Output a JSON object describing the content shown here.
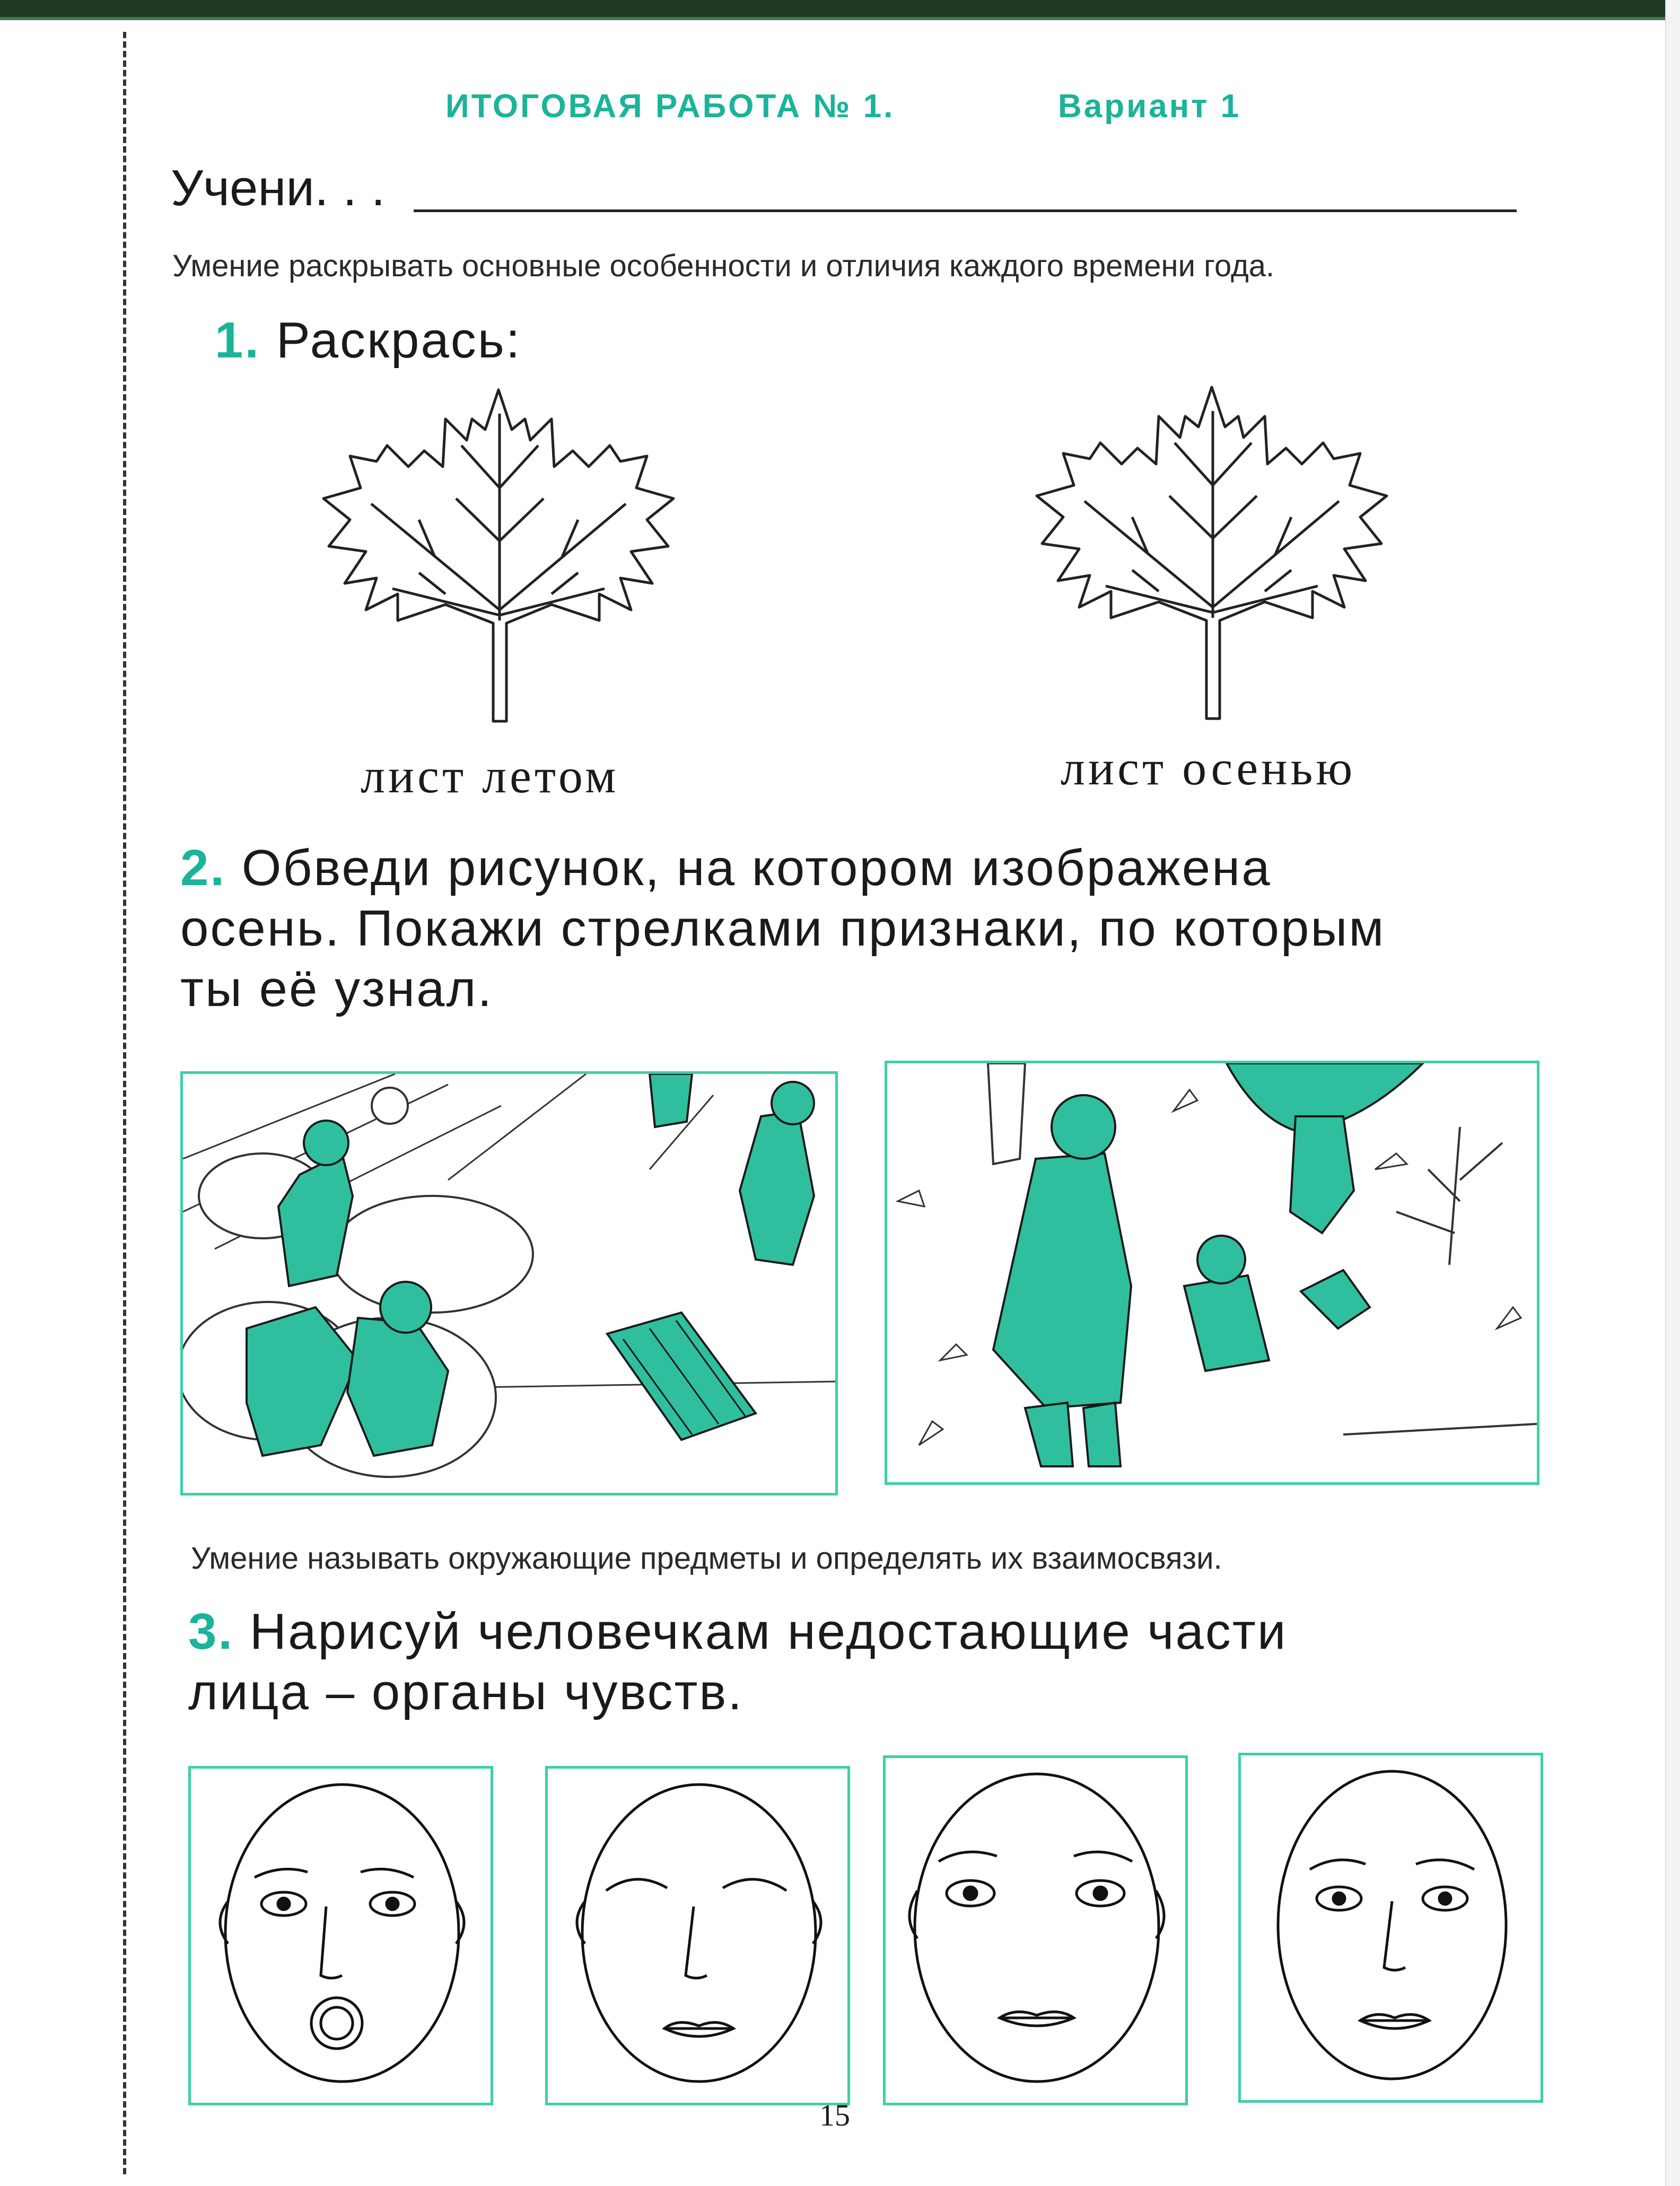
{
  "header": {
    "title": "ИТОГОВАЯ   РАБОТА   № 1.",
    "variant": "Вариант 1"
  },
  "pupil_label": "Учени. . .",
  "skill1": "Умение раскрывать основные особенности и отличия каждого времени года.",
  "task1": {
    "number": "1.",
    "text": "Раскрась:"
  },
  "leaves": {
    "summer_caption": "лист летом",
    "autumn_caption": "лист осенью"
  },
  "task2": {
    "number": "2.",
    "line1": "Обведи   рисунок,   на   котором   изображена",
    "line2": "осень. Покажи стрелками признаки, по которым",
    "line3": "ты её узнал."
  },
  "skill2": "Умение называть окружающие предметы и определять их взаимосвязи.",
  "task3": {
    "number": "3.",
    "line1": "Нарисуй   человечкам   недостающие   части",
    "line2": "лица – органы чувств."
  },
  "page_number": "15",
  "colors": {
    "accent": "#1bb39a",
    "frame": "#3ccfaa",
    "fill": "#2fbf9e"
  }
}
